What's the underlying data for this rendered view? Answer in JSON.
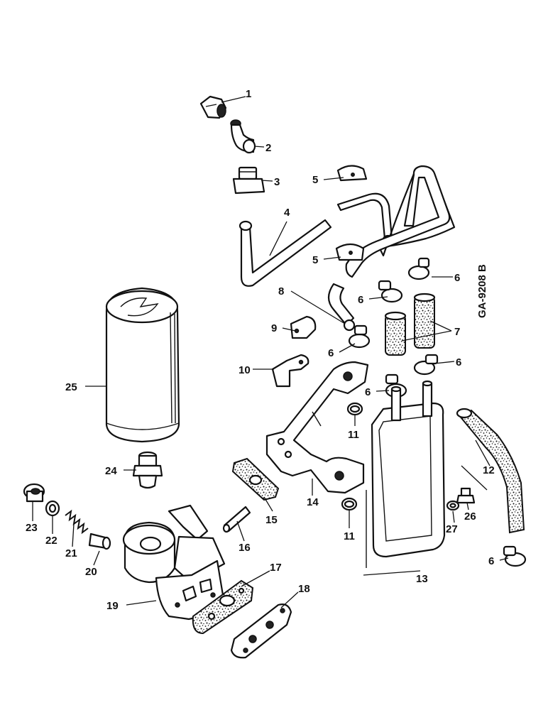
{
  "diagram": {
    "drawing_code": "GA-9208 B",
    "callouts": [
      {
        "id": "1",
        "label": "1"
      },
      {
        "id": "2",
        "label": "2"
      },
      {
        "id": "3",
        "label": "3"
      },
      {
        "id": "4",
        "label": "4"
      },
      {
        "id": "5a",
        "label": "5"
      },
      {
        "id": "5b",
        "label": "5"
      },
      {
        "id": "6a",
        "label": "6"
      },
      {
        "id": "6b",
        "label": "6"
      },
      {
        "id": "6c",
        "label": "6"
      },
      {
        "id": "6d",
        "label": "6"
      },
      {
        "id": "6e",
        "label": "6"
      },
      {
        "id": "6f",
        "label": "6"
      },
      {
        "id": "7",
        "label": "7"
      },
      {
        "id": "8",
        "label": "8"
      },
      {
        "id": "9",
        "label": "9"
      },
      {
        "id": "10",
        "label": "10"
      },
      {
        "id": "11a",
        "label": "11"
      },
      {
        "id": "11b",
        "label": "11"
      },
      {
        "id": "12",
        "label": "12"
      },
      {
        "id": "13",
        "label": "13"
      },
      {
        "id": "14",
        "label": "14"
      },
      {
        "id": "15",
        "label": "15"
      },
      {
        "id": "16",
        "label": "16"
      },
      {
        "id": "17",
        "label": "17"
      },
      {
        "id": "18",
        "label": "18"
      },
      {
        "id": "19",
        "label": "19"
      },
      {
        "id": "20",
        "label": "20"
      },
      {
        "id": "21",
        "label": "21"
      },
      {
        "id": "22",
        "label": "22"
      },
      {
        "id": "23",
        "label": "23"
      },
      {
        "id": "24",
        "label": "24"
      },
      {
        "id": "25",
        "label": "25"
      },
      {
        "id": "26",
        "label": "26"
      },
      {
        "id": "27",
        "label": "27"
      }
    ]
  }
}
